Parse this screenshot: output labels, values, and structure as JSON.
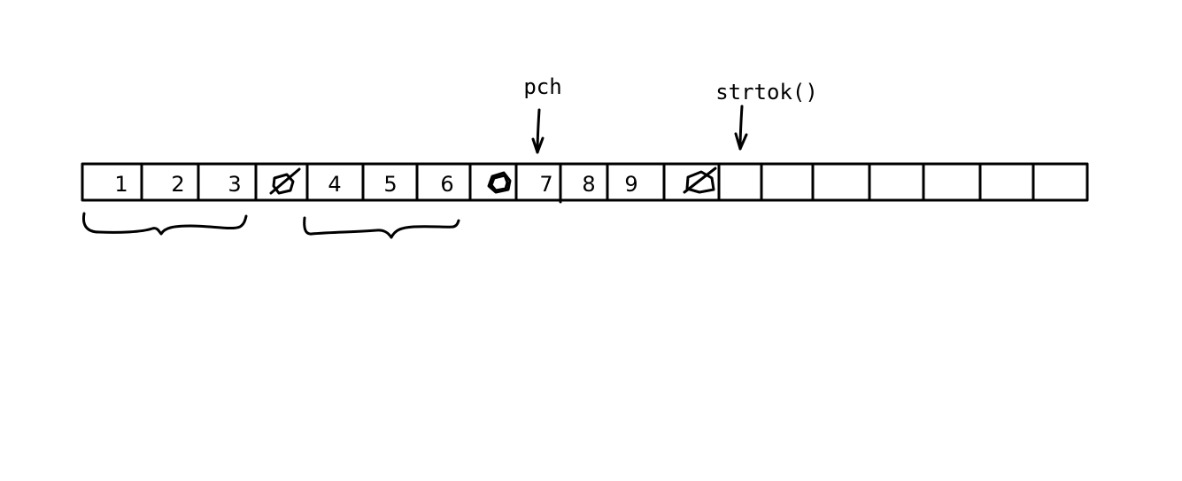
{
  "cells": [
    "1",
    "2",
    "3",
    "",
    "4",
    "5",
    "6",
    "",
    "7",
    "8",
    "9",
    "",
    "",
    "",
    "",
    "",
    "",
    "",
    ""
  ],
  "pointers": {
    "pch_label": "pch",
    "strtok_label": "strtok()"
  },
  "colors": {
    "ink": "#000000",
    "background": "#ffffff"
  },
  "icons": {
    "delimiter_marks": [
      "null-char-icon",
      "null-char-icon",
      "null-char-icon"
    ],
    "groups": [
      "brace-icon",
      "brace-icon"
    ]
  }
}
